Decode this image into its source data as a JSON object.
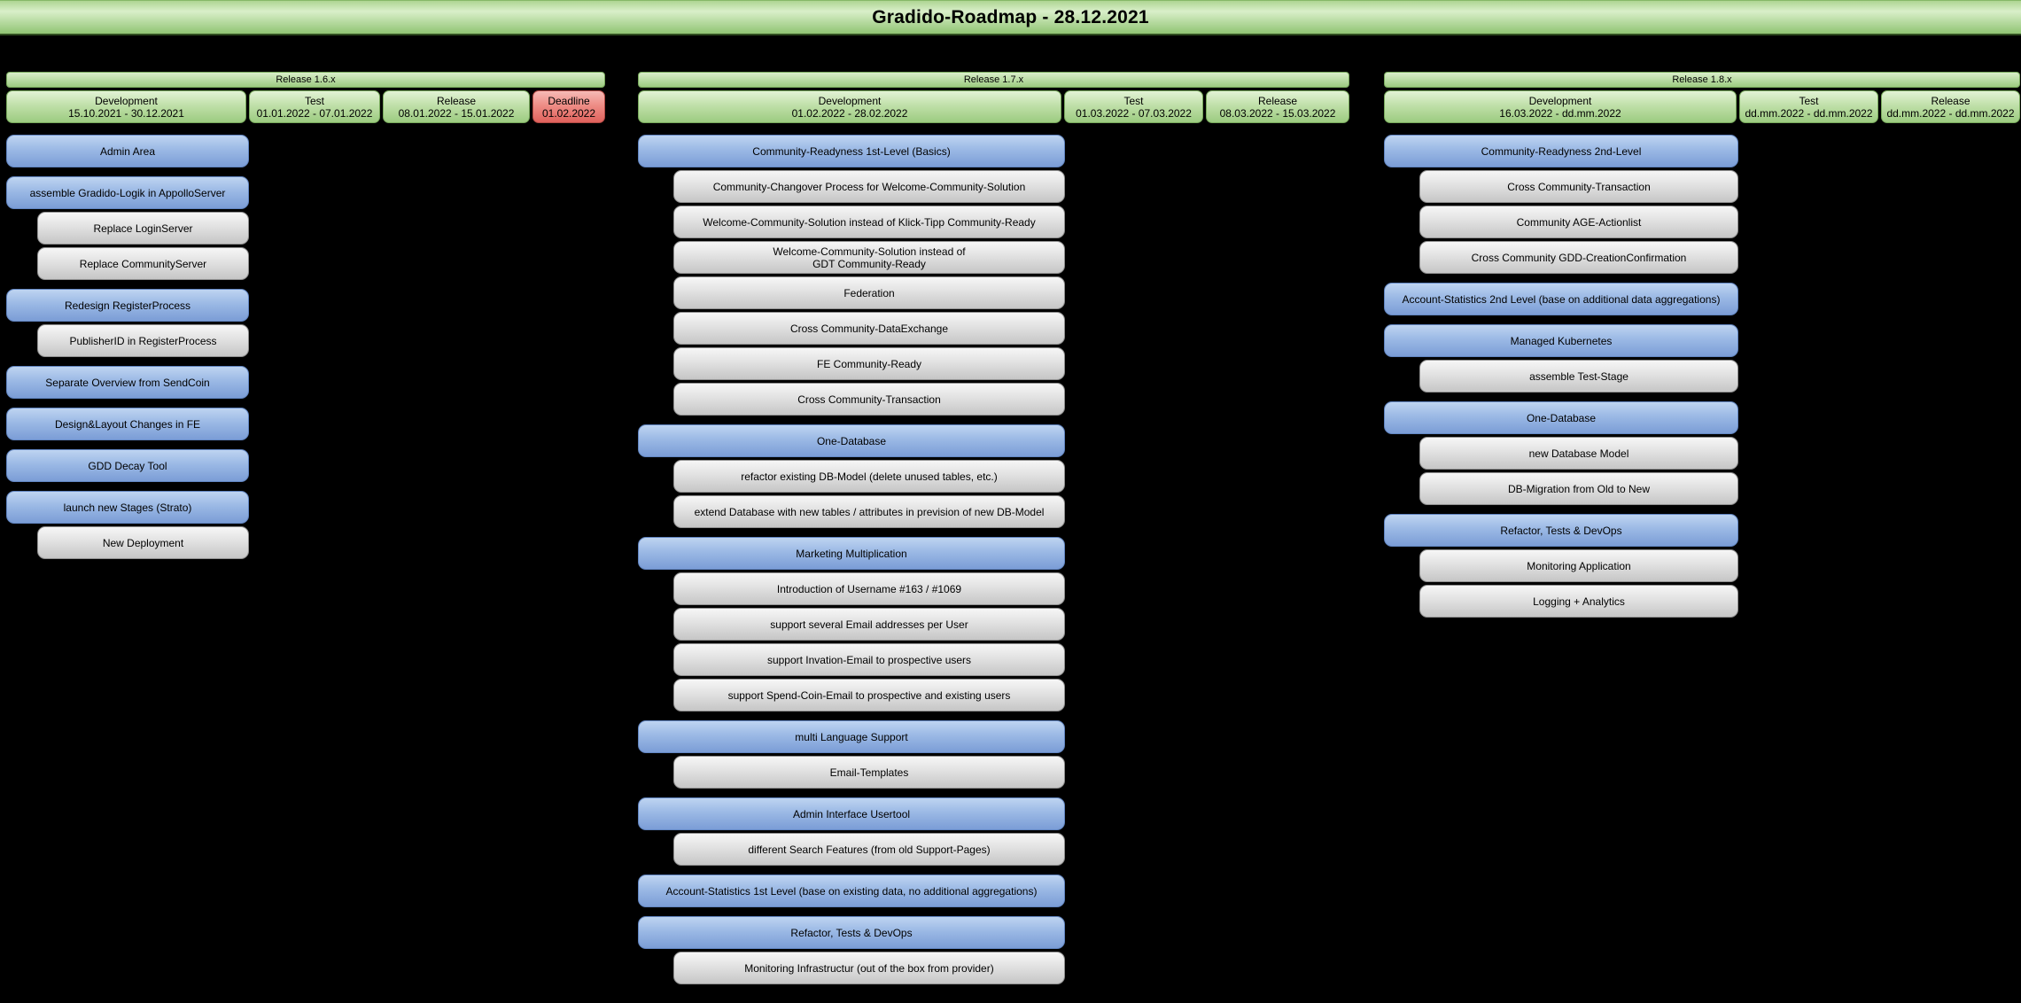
{
  "title": "Gradido-Roadmap - 28.12.2021",
  "colors": {
    "background": "#000000",
    "header_green": "#9ccb80",
    "task_blue": "#7b9dd6",
    "task_gray": "#c6c6c6",
    "deadline_red": "#e0625c"
  },
  "releases": [
    {
      "name": "Release 1.6.x",
      "phases": [
        {
          "label": "Development",
          "dates": "15.10.2021 - 30.12.2021",
          "style": "green"
        },
        {
          "label": "Test",
          "dates": "01.01.2022 - 07.01.2022",
          "style": "green"
        },
        {
          "label": "Release",
          "dates": "08.01.2022 - 15.01.2022",
          "style": "green"
        },
        {
          "label": "Deadline",
          "dates": "01.02.2022",
          "style": "red"
        }
      ],
      "groups": [
        {
          "parent": "Admin Area",
          "children": []
        },
        {
          "parent": "assemble Gradido-Logik in AppolloServer",
          "children": [
            "Replace LoginServer",
            "Replace CommunityServer"
          ]
        },
        {
          "parent": "Redesign RegisterProcess",
          "children": [
            "PublisherID in RegisterProcess"
          ]
        },
        {
          "parent": "Separate Overview from SendCoin",
          "children": []
        },
        {
          "parent": "Design&Layout Changes in FE",
          "children": []
        },
        {
          "parent": "GDD Decay Tool",
          "children": []
        },
        {
          "parent": "launch new Stages (Strato)",
          "children": [
            "New Deployment"
          ]
        }
      ]
    },
    {
      "name": "Release 1.7.x",
      "phases": [
        {
          "label": "Development",
          "dates": "01.02.2022 - 28.02.2022",
          "style": "green"
        },
        {
          "label": "Test",
          "dates": "01.03.2022 - 07.03.2022",
          "style": "green"
        },
        {
          "label": "Release",
          "dates": "08.03.2022 - 15.03.2022",
          "style": "green"
        }
      ],
      "groups": [
        {
          "parent": "Community-Readyness 1st-Level (Basics)",
          "children": [
            "Community-Changover Process for Welcome-Community-Solution",
            "Welcome-Community-Solution instead of Klick-Tipp Community-Ready",
            "Welcome-Community-Solution instead of\nGDT Community-Ready",
            "Federation",
            "Cross Community-DataExchange",
            "FE Community-Ready",
            "Cross Community-Transaction"
          ]
        },
        {
          "parent": "One-Database",
          "children": [
            "refactor existing DB-Model (delete unused tables, etc.)",
            "extend Database with new tables / attributes in prevision of new DB-Model"
          ]
        },
        {
          "parent": "Marketing Multiplication",
          "children": [
            "Introduction of Username #163 / #1069",
            "support several Email addresses per User",
            "support Invation-Email to prospective users",
            "support Spend-Coin-Email to prospective and existing users"
          ]
        },
        {
          "parent": "multi Language Support",
          "children": [
            "Email-Templates"
          ]
        },
        {
          "parent": "Admin Interface Usertool",
          "children": [
            "different Search Features (from old Support-Pages)"
          ]
        },
        {
          "parent": "Account-Statistics 1st Level (base on existing data, no additional aggregations)",
          "children": []
        },
        {
          "parent": "Refactor, Tests & DevOps",
          "children": [
            "Monitoring Infrastructur (out of the box from provider)"
          ]
        }
      ]
    },
    {
      "name": "Release 1.8.x",
      "phases": [
        {
          "label": "Development",
          "dates": "16.03.2022 - dd.mm.2022",
          "style": "green"
        },
        {
          "label": "Test",
          "dates": "dd.mm.2022 - dd.mm.2022",
          "style": "green"
        },
        {
          "label": "Release",
          "dates": "dd.mm.2022 - dd.mm.2022",
          "style": "green"
        }
      ],
      "groups": [
        {
          "parent": "Community-Readyness 2nd-Level",
          "children": [
            "Cross Community-Transaction",
            "Community AGE-Actionlist",
            "Cross Community GDD-CreationConfirmation"
          ]
        },
        {
          "parent": "Account-Statistics 2nd Level (base on additional data aggregations)",
          "children": []
        },
        {
          "parent": "Managed Kubernetes",
          "children": [
            "assemble Test-Stage"
          ]
        },
        {
          "parent": "One-Database",
          "children": [
            "new Database Model",
            "DB-Migration from Old to New"
          ]
        },
        {
          "parent": "Refactor, Tests & DevOps",
          "children": [
            "Monitoring Application",
            "Logging + Analytics"
          ]
        }
      ]
    }
  ]
}
